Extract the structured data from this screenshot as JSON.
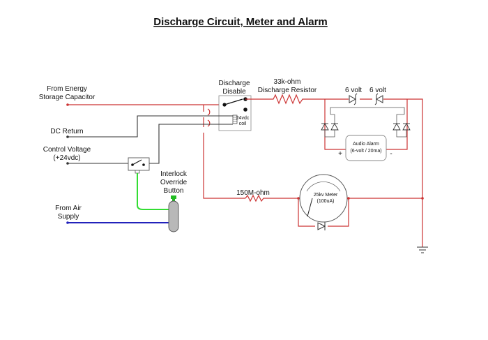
{
  "title": "Discharge Circuit, Meter and Alarm",
  "labels": {
    "energy_line1": "From Energy",
    "energy_line2": "Storage Capacitor",
    "dc_return": "DC  Return",
    "control_line1": "Control Voltage",
    "control_line2": "(+24vdc)",
    "air_line1": "From Air",
    "air_line2": "Supply",
    "relay_line1": "Discharge",
    "relay_line2": "Disable",
    "coil_line1": "24vdc",
    "coil_line2": "coil",
    "resistor_line1": "33k-ohm",
    "resistor_line2": "Discharge Resistor",
    "zener1": "6 volt",
    "zener2": "6 volt",
    "alarm_line1": "Audio Alarm",
    "alarm_line2": "(6-volt / 20ma)",
    "alarm_plus": "+",
    "alarm_minus": "-",
    "interlock_line1": "Interlock",
    "interlock_line2": "Override",
    "interlock_line3": "Button",
    "meter_resistor": "150M-ohm",
    "meter_line1": "25kv Meter",
    "meter_line2": "(100uA)"
  },
  "colors": {
    "high_voltage": "#cc3333",
    "control": "#333333",
    "pneumatic_green": "#33dd33",
    "air_supply": "#2222bb",
    "button_green": "#22bb22"
  }
}
